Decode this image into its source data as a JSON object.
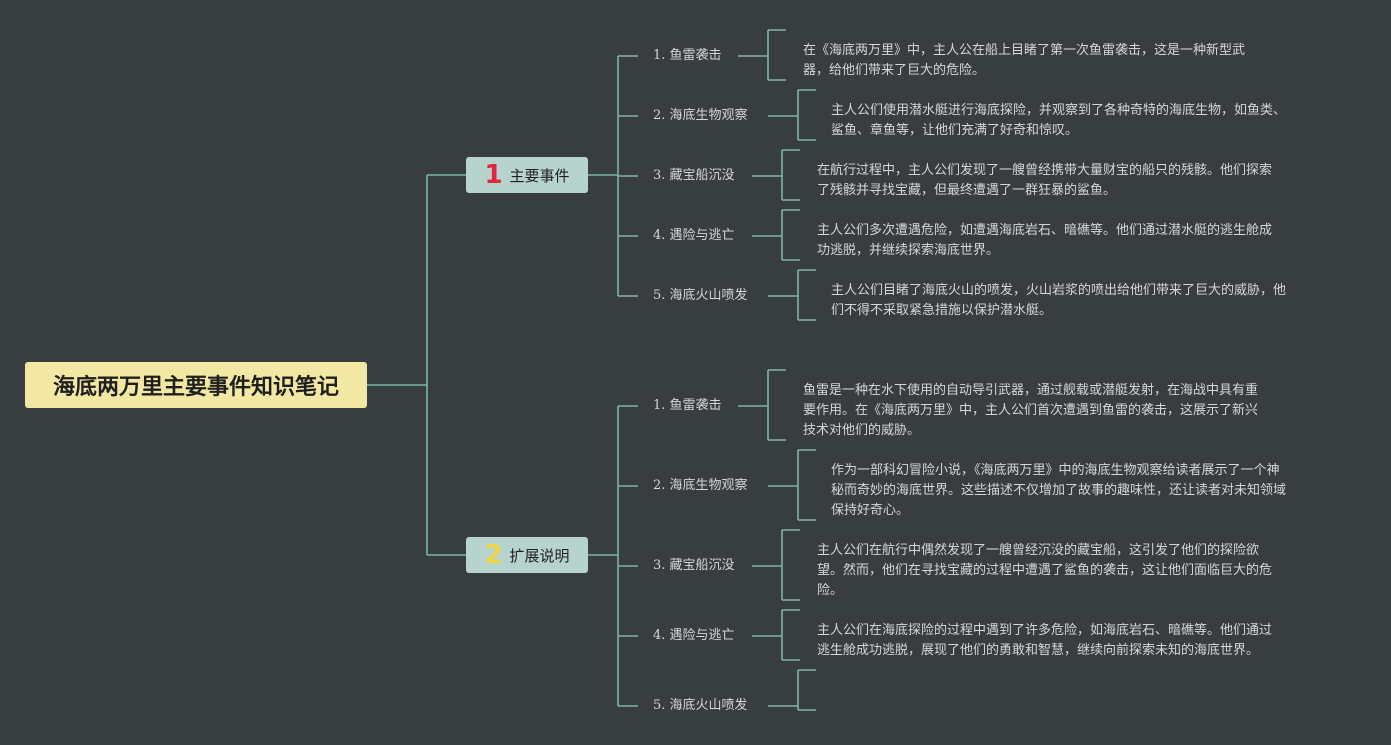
{
  "root": {
    "title": "海底两万里主要事件知识笔记"
  },
  "branches": [
    {
      "number": "1",
      "label": "主要事件",
      "color": "#e0263c",
      "items": [
        {
          "topic": "1. 鱼雷袭击",
          "lines": [
            "在《海底两万里》中，主人公在船上目睹了第一次鱼雷袭击，这是一种新型武",
            "器，给他们带来了巨大的危险。"
          ]
        },
        {
          "topic": "2. 海底生物观察",
          "lines": [
            "主人公们使用潜水艇进行海底探险，并观察到了各种奇特的海底生物，如鱼类、",
            "鲨鱼、章鱼等，让他们充满了好奇和惊叹。"
          ]
        },
        {
          "topic": "3. 藏宝船沉没",
          "lines": [
            "在航行过程中，主人公们发现了一艘曾经携带大量财宝的船只的残骸。他们探索",
            "了残骸并寻找宝藏，但最终遭遇了一群狂暴的鲨鱼。"
          ]
        },
        {
          "topic": "4. 遇险与逃亡",
          "lines": [
            "主人公们多次遭遇危险，如遭遇海底岩石、暗礁等。他们通过潜水艇的逃生舱成",
            "功逃脱，并继续探索海底世界。"
          ]
        },
        {
          "topic": "5. 海底火山喷发",
          "lines": [
            "主人公们目睹了海底火山的喷发，火山岩浆的喷出给他们带来了巨大的威胁，他",
            "们不得不采取紧急措施以保护潜水艇。"
          ]
        }
      ]
    },
    {
      "number": "2",
      "label": "扩展说明",
      "color": "#f2d547",
      "items": [
        {
          "topic": "1. 鱼雷袭击",
          "lines": [
            "鱼雷是一种在水下使用的自动导引武器，通过舰载或潜艇发射，在海战中具有重",
            "要作用。在《海底两万里》中，主人公们首次遭遇到鱼雷的袭击，这展示了新兴",
            "技术对他们的威胁。"
          ]
        },
        {
          "topic": "2. 海底生物观察",
          "lines": [
            "作为一部科幻冒险小说，《海底两万里》中的海底生物观察给读者展示了一个神",
            "秘而奇妙的海底世界。这些描述不仅增加了故事的趣味性，还让读者对未知领域",
            "保持好奇心。"
          ]
        },
        {
          "topic": "3. 藏宝船沉没",
          "lines": [
            "主人公们在航行中偶然发现了一艘曾经沉没的藏宝船，这引发了他们的探险欲",
            "望。然而，他们在寻找宝藏的过程中遭遇了鲨鱼的袭击，这让他们面临巨大的危",
            "险。"
          ]
        },
        {
          "topic": "4. 遇险与逃亡",
          "lines": [
            "主人公们在海底探险的过程中遇到了许多危险，如海底岩石、暗礁等。他们通过",
            "逃生舱成功逃脱，展现了他们的勇敢和智慧，继续向前探索未知的海底世界。"
          ]
        },
        {
          "topic": "5. 海底火山喷发",
          "lines": []
        }
      ]
    }
  ],
  "colors": {
    "background": "#383d3f",
    "connector": "#7fb3a8",
    "root_fill": "#f3e8a3",
    "branch_fill": "#b7d3cd"
  }
}
